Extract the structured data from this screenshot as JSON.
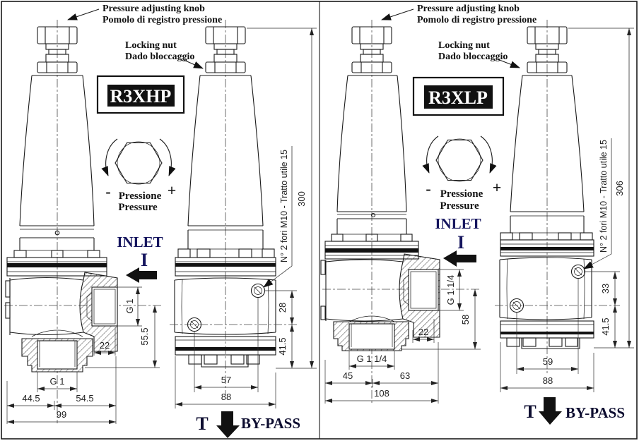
{
  "panels": [
    {
      "model": "R3XHP",
      "callouts": {
        "knob_line1": "Pressure adjusting knob",
        "knob_line2": "Pomolo di registro pressione",
        "nut_line1": "Locking nut",
        "nut_line2": "Dado bloccaggio"
      },
      "rotation": {
        "minus": "-",
        "plus": "+",
        "it": "Pressione",
        "en": "Pressure"
      },
      "inlet": {
        "word": "INLET",
        "letter": "I"
      },
      "bypass": {
        "letter": "T",
        "word": "BY-PASS"
      },
      "note": "N° 2 fori M10 - Tratto utile 15",
      "dims": {
        "side_thread": "G 1",
        "side_height": "55.5",
        "side_offset": "22",
        "bottom_thread": "G 1",
        "base_left": "44.5",
        "base_right": "54.5",
        "base_total": "99",
        "hole_gap": "28",
        "hole_to_base": "41.5",
        "hole_span": "57",
        "body_width": "88",
        "overall_height": "300"
      }
    },
    {
      "model": "R3XLP",
      "callouts": {
        "knob_line1": "Pressure adjusting knob",
        "knob_line2": "Pomolo di registro pressione",
        "nut_line1": "Locking nut",
        "nut_line2": "Dado bloccaggio"
      },
      "rotation": {
        "minus": "-",
        "plus": "+",
        "it": "Pressione",
        "en": "Pressure"
      },
      "inlet": {
        "word": "INLET",
        "letter": "I"
      },
      "bypass": {
        "letter": "T",
        "word": "BY-PASS"
      },
      "note": "N° 2 fori M10 - Tratto utile 15",
      "dims": {
        "side_thread": "G 1 1/4",
        "side_height": "58",
        "side_offset": "22",
        "bottom_thread": "G 1 1/4",
        "base_left": "45",
        "base_right": "63",
        "base_total": "108",
        "hole_gap": "33",
        "hole_to_base": "41.5",
        "hole_span": "59",
        "body_width": "88",
        "overall_height": "306"
      }
    }
  ]
}
